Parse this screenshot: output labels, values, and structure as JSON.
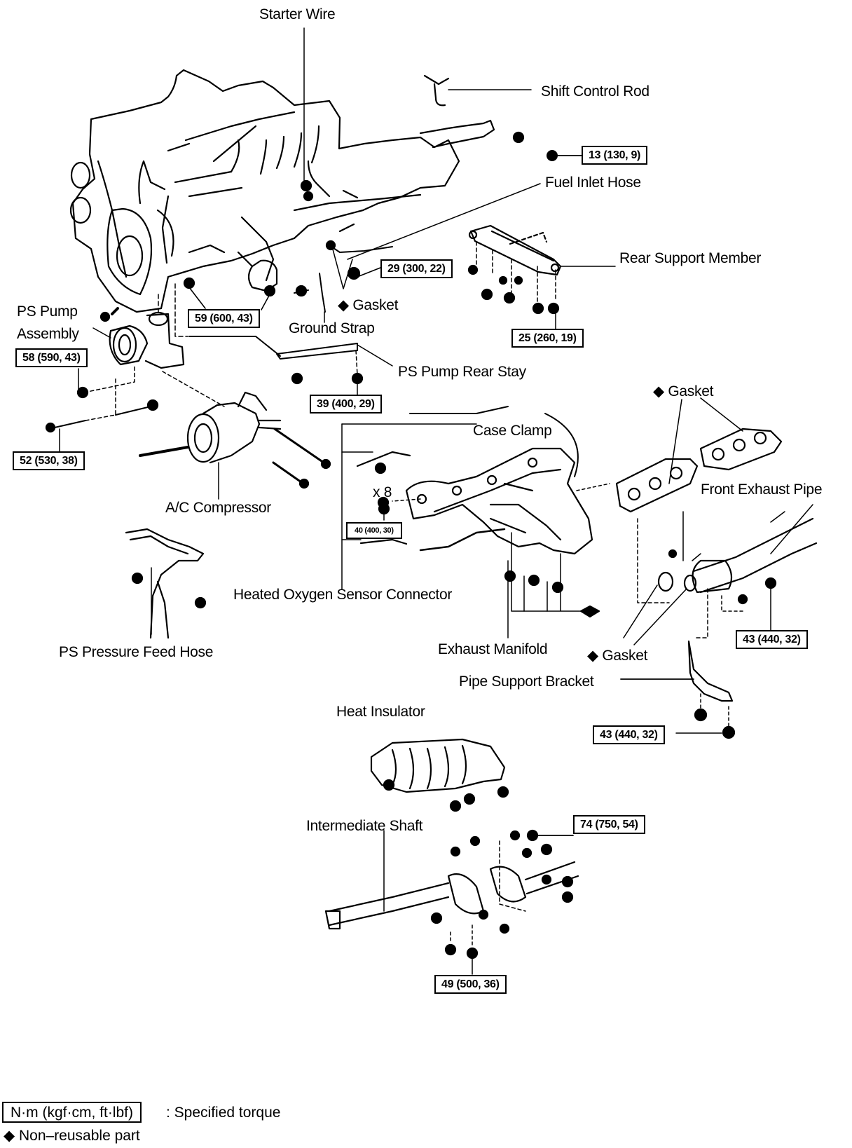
{
  "diagram": {
    "type": "exploded-parts-diagram",
    "labels": {
      "starter_wire": "Starter Wire",
      "shift_control_rod": "Shift Control Rod",
      "fuel_inlet_hose": "Fuel Inlet Hose",
      "rear_support_member": "Rear Support Member",
      "gasket_top": "◆ Gasket",
      "ground_strap": "Ground Strap",
      "ps_pump_assembly_line1": "PS Pump",
      "ps_pump_assembly_line2": "Assembly",
      "ps_pump_rear_stay": "PS Pump Rear Stay",
      "gasket_right": "◆ Gasket",
      "case_clamp": "Case Clamp",
      "front_exhaust_pipe": "Front Exhaust Pipe",
      "x8": "x 8",
      "ac_compressor": "A/C Compressor",
      "heated_oxygen_sensor_connector": "Heated Oxygen Sensor Connector",
      "ps_pressure_feed_hose": "PS Pressure Feed Hose",
      "exhaust_manifold": "Exhaust Manifold",
      "gasket_lower": "◆ Gasket",
      "pipe_support_bracket": "Pipe Support Bracket",
      "heat_insulator": "Heat Insulator",
      "intermediate_shaft": "Intermediate Shaft"
    },
    "torques": {
      "t13": "13 (130, 9)",
      "t29": "29 (300, 22)",
      "t59": "59 (600, 43)",
      "t25": "25 (260, 19)",
      "t58": "58 (590, 43)",
      "t39": "39 (400, 29)",
      "t52": "52 (530, 38)",
      "t40": "40 (400, 30)",
      "t43_right": "43 (440, 32)",
      "t43_bracket": "43 (440, 32)",
      "t74": "74 (750, 54)",
      "t49": "49 (500, 36)"
    },
    "non_reusable_marker": "◆"
  },
  "legend": {
    "torque_unit_box": "N·m (kgf·cm, ft·lbf)",
    "torque_desc": ": Specified torque",
    "non_reusable": "◆ Non–reusable part"
  }
}
